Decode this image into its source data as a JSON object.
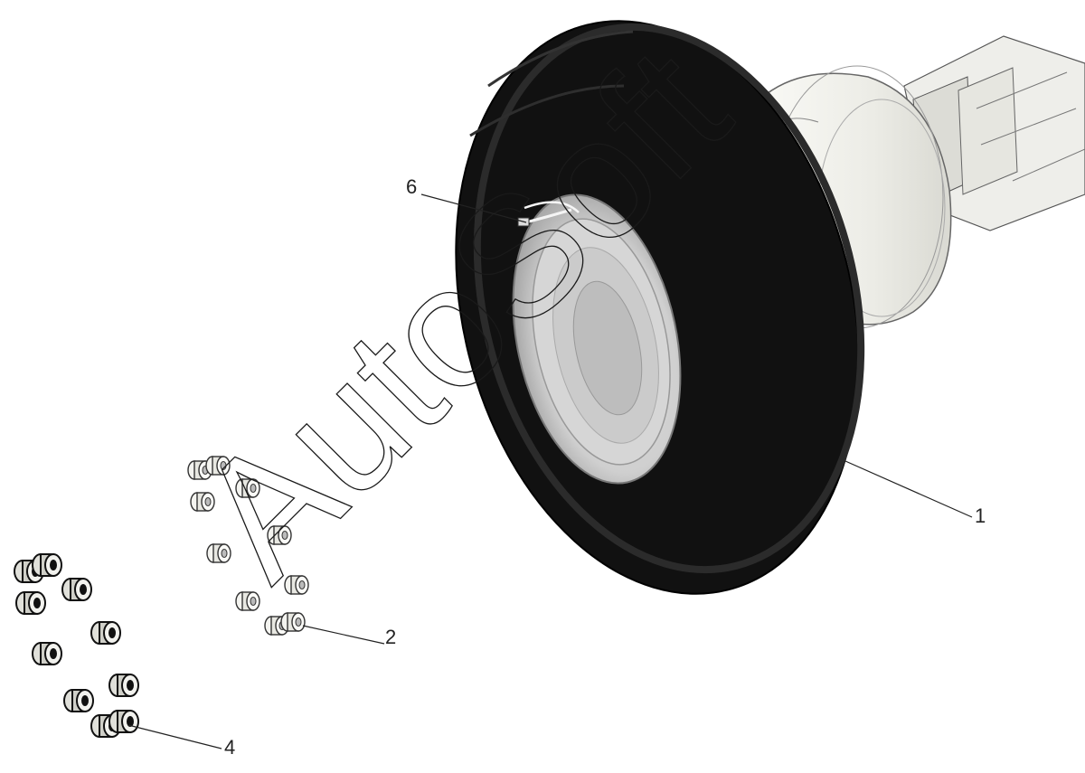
{
  "watermark": "AutoSoft",
  "callouts": [
    {
      "id": "1",
      "label": "1",
      "part": "wheel-tire"
    },
    {
      "id": "2",
      "label": "2",
      "part": "wheel-nut-set-inner"
    },
    {
      "id": "4",
      "label": "4",
      "part": "wheel-nut-set-outer"
    },
    {
      "id": "6",
      "label": "6",
      "part": "valve-extension"
    }
  ],
  "colors": {
    "tire": "#111111",
    "tire_highlight": "#2a2a2a",
    "rim": "#d8d8d8",
    "hub": "#f2f2ee",
    "line": "#222222"
  }
}
